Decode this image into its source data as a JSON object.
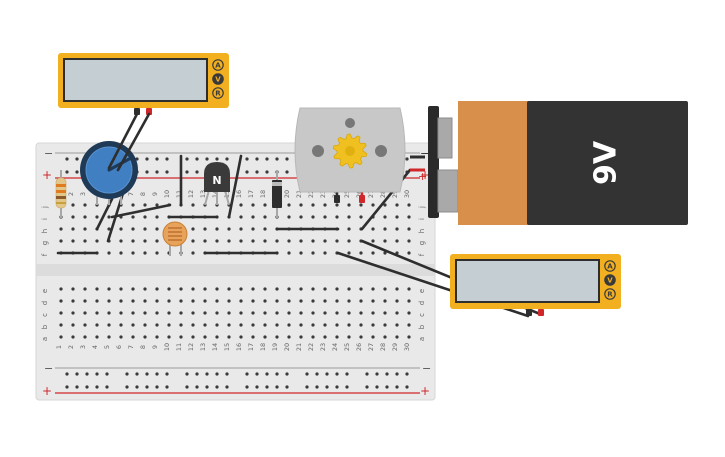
{
  "breadboard": {
    "column_numbers": [
      "1",
      "2",
      "3",
      "4",
      "5",
      "6",
      "7",
      "8",
      "9",
      "10",
      "11",
      "12",
      "13",
      "14",
      "15",
      "16",
      "17",
      "18",
      "19",
      "20",
      "21",
      "22",
      "23",
      "24",
      "25",
      "26",
      "27",
      "28",
      "29",
      "30"
    ],
    "row_letters_top": [
      "j",
      "i",
      "h",
      "g",
      "f"
    ],
    "row_letters_bottom": [
      "e",
      "d",
      "c",
      "b",
      "a"
    ],
    "rail_minus": "−",
    "rail_plus": "+"
  },
  "multimeter_top": {
    "indicators": [
      "A",
      "V",
      "R"
    ],
    "active_indicator": "V"
  },
  "multimeter_right": {
    "indicators": [
      "A",
      "V",
      "R"
    ],
    "active_indicator": "V"
  },
  "battery": {
    "label": "9V",
    "terminal_minus": "−",
    "terminal_plus": "+"
  },
  "transistor": {
    "label": "N"
  },
  "colors": {
    "multimeter_body": "#f2b020",
    "multimeter_screen": "#c5ced2",
    "breadboard": "#e9e9e9",
    "rail_red": "#d0272a",
    "battery_copper": "#d88f4c",
    "battery_black": "#333333",
    "motor_body": "#c8c8c8",
    "motor_gear": "#f0c020",
    "potentiometer": "#3f7fc2",
    "wire": "#2f2f2f",
    "probe_red": "#d0272a"
  }
}
